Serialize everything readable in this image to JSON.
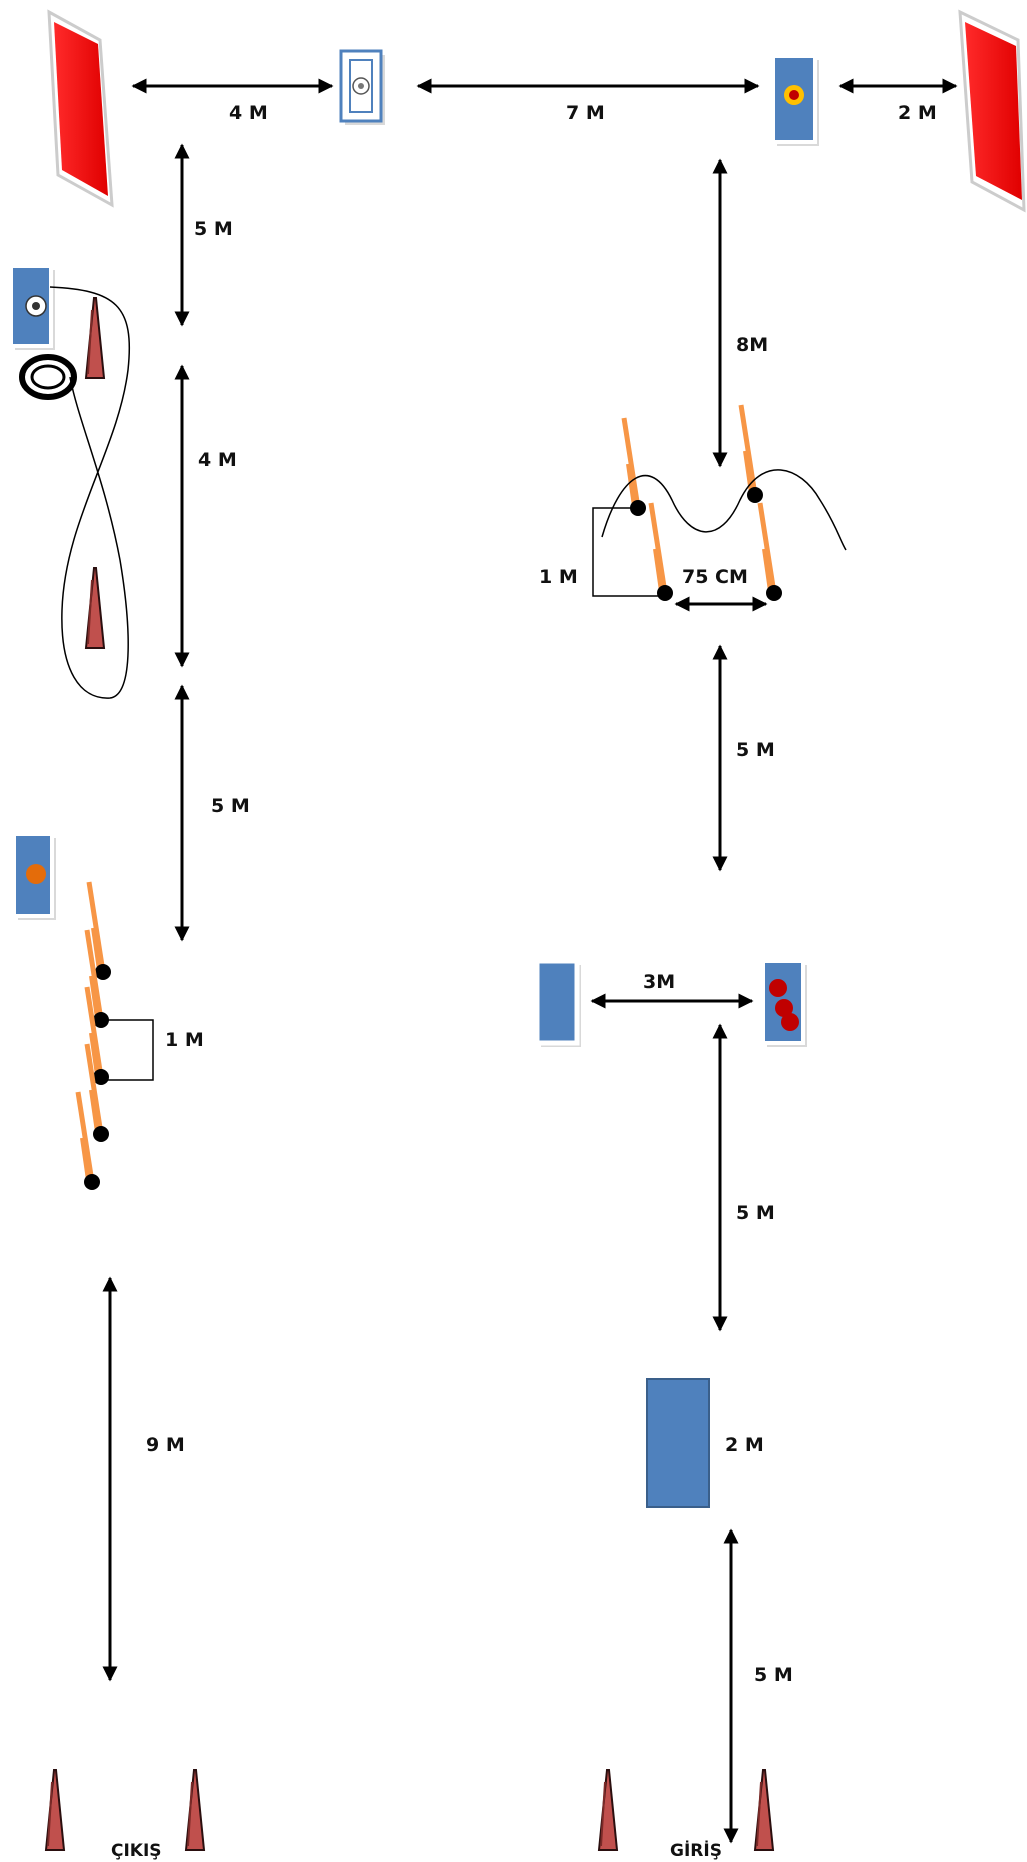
{
  "labels": {
    "top_4m": "4 M",
    "top_7m": "7 M",
    "top_2m": "2 M",
    "left_5m_a": "5 M",
    "left_4m": "4 M",
    "left_5m_b": "5 M",
    "left_1m": "1 M",
    "left_9m": "9 M",
    "right_8m": "8M",
    "right_1m": "1 M",
    "right_75cm": "75 CM",
    "right_5m_a": "5 M",
    "right_3m": "3M",
    "right_5m_b": "5 M",
    "right_2m": "2 M",
    "right_5m_c": "5 M"
  },
  "endpoints": {
    "exit": "ÇIKIŞ",
    "entry": "GİRİŞ"
  },
  "colors": {
    "goal_red": "#ff0000",
    "station_blue": "#4f81bd",
    "pole_orange": "#f79646",
    "cone_brown": "#c0504d",
    "arrow": "#000000"
  },
  "icons": [
    "goal-icon",
    "ball-station-icon",
    "cone-icon",
    "hurdle-icon",
    "hoop-icon",
    "mat-icon"
  ]
}
